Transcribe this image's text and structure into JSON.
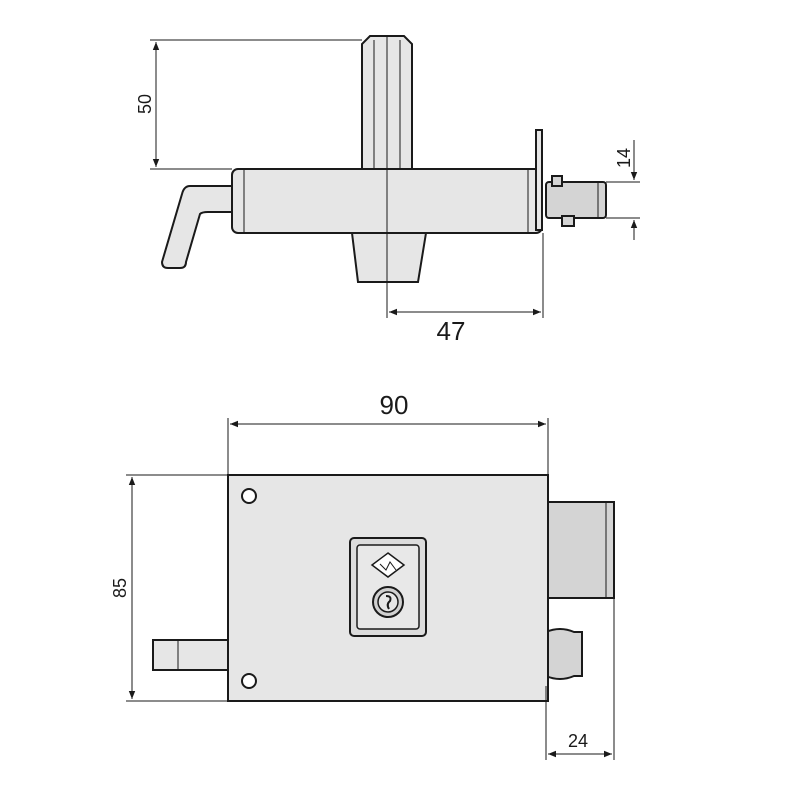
{
  "diagram": {
    "dimensions": {
      "height_top": "50",
      "bolt_diameter": "14",
      "backset": "47",
      "width": "90",
      "height_front": "85",
      "bolt_throw": "24"
    },
    "colors": {
      "body": "#e6e6e6",
      "bolt": "#d4d4d4",
      "outline": "#1a1a1a"
    }
  }
}
